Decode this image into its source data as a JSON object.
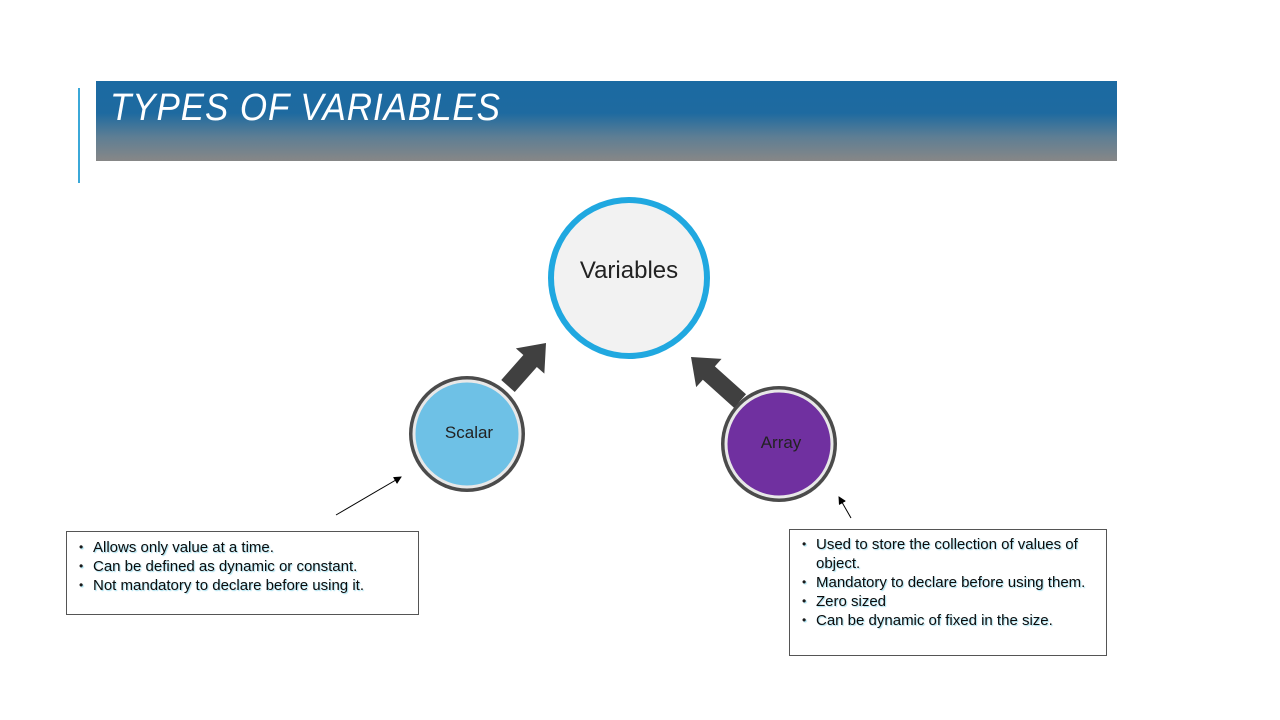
{
  "title": "TYPES OF VARIABLES",
  "colors": {
    "title_bar_top": "#1b6aa2",
    "title_bar_bottom": "#878787",
    "accent": "#3ba8d8",
    "scalar_fill": "#6ec1e6",
    "array_fill": "#7030a0",
    "variables_ring": "#20a8e0",
    "variables_fill": "#f2f2f2",
    "arrow": "#404040"
  },
  "nodes": {
    "variables": "Variables",
    "scalar": "Scalar",
    "array": "Array"
  },
  "scalar_notes": [
    "Allows only value at a time.",
    "Can be defined as dynamic or constant.",
    "Not mandatory to declare before using it."
  ],
  "array_notes": [
    "Used to store the collection of values of object.",
    "Mandatory to declare before using them.",
    "Zero sized",
    "Can be dynamic of fixed in the size."
  ]
}
